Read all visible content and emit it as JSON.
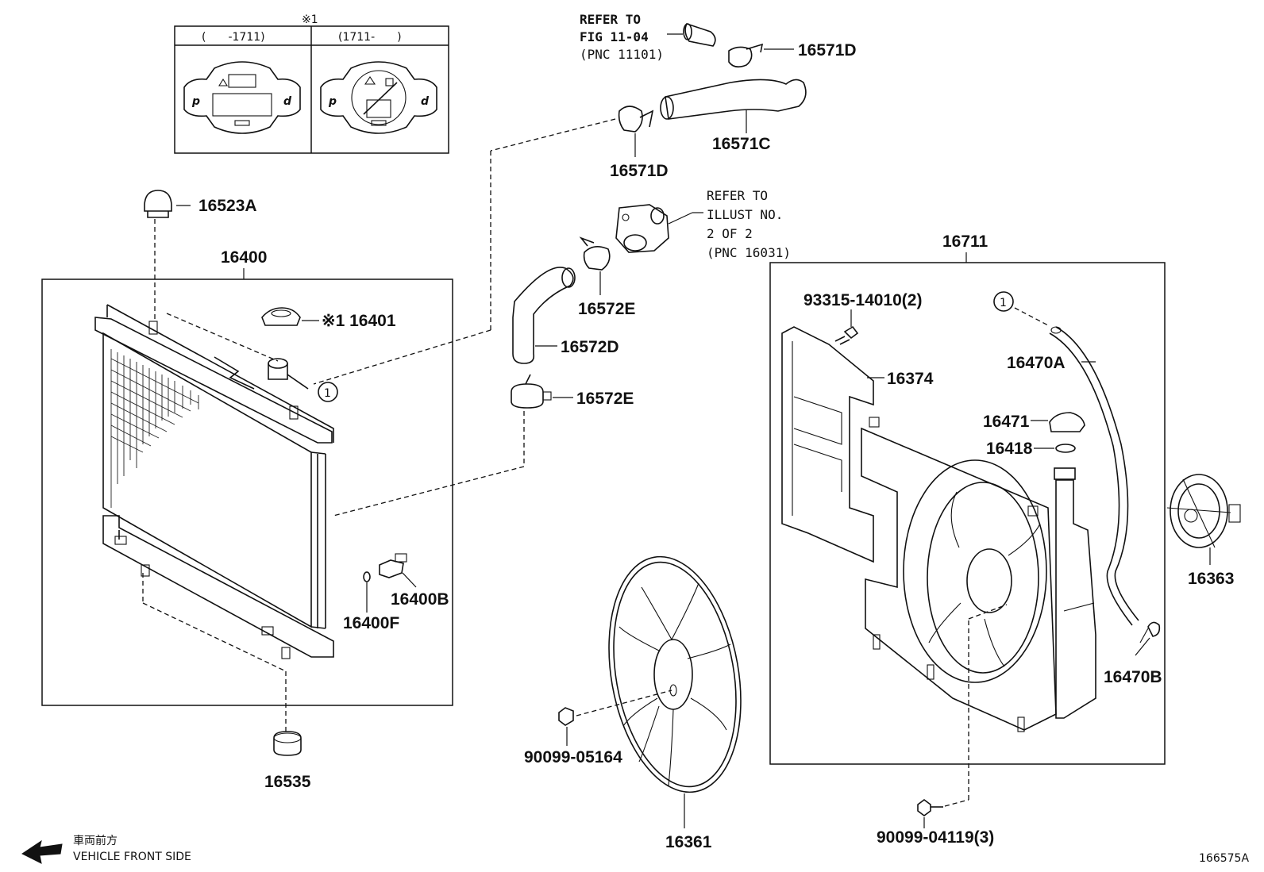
{
  "diagram": {
    "diagram_id": "166575A",
    "inset_table": {
      "note_mark": "※1",
      "headers": [
        "(　　-1711)",
        "(1711-　　)"
      ]
    },
    "parts": [
      {
        "id": "p-16523A",
        "label": "16523A"
      },
      {
        "id": "p-16400",
        "label": "16400"
      },
      {
        "id": "p-16401",
        "label": "※1 16401"
      },
      {
        "id": "p-16400B",
        "label": "16400B"
      },
      {
        "id": "p-16400F",
        "label": "16400F"
      },
      {
        "id": "p-16535",
        "label": "16535"
      },
      {
        "id": "p-16571D-top",
        "label": "16571D"
      },
      {
        "id": "p-16571C",
        "label": "16571C"
      },
      {
        "id": "p-16571D-low",
        "label": "16571D"
      },
      {
        "id": "p-16572E-top",
        "label": "16572E"
      },
      {
        "id": "p-16572D",
        "label": "16572D"
      },
      {
        "id": "p-16572E-low",
        "label": "16572E"
      },
      {
        "id": "p-90099-05164",
        "label": "90099-05164"
      },
      {
        "id": "p-16361",
        "label": "16361"
      },
      {
        "id": "p-16711",
        "label": "16711"
      },
      {
        "id": "p-93315",
        "label": "93315-14010(2)"
      },
      {
        "id": "p-16374",
        "label": "16374"
      },
      {
        "id": "p-16470A",
        "label": "16470A"
      },
      {
        "id": "p-16471",
        "label": "16471"
      },
      {
        "id": "p-16418",
        "label": "16418"
      },
      {
        "id": "p-16470B",
        "label": "16470B"
      },
      {
        "id": "p-16363",
        "label": "16363"
      },
      {
        "id": "p-90099-04119",
        "label": "90099-04119(3)"
      }
    ],
    "refer_fig": [
      "REFER TO",
      "FIG 11-04",
      "(PNC 11101)"
    ],
    "refer_illust": [
      "REFER TO",
      "ILLUST NO.",
      "2 OF 2",
      "(PNC 16031)"
    ],
    "circle_ref": "1",
    "front_side": {
      "japanese": "車両前方",
      "english": "VEHICLE FRONT SIDE"
    }
  }
}
